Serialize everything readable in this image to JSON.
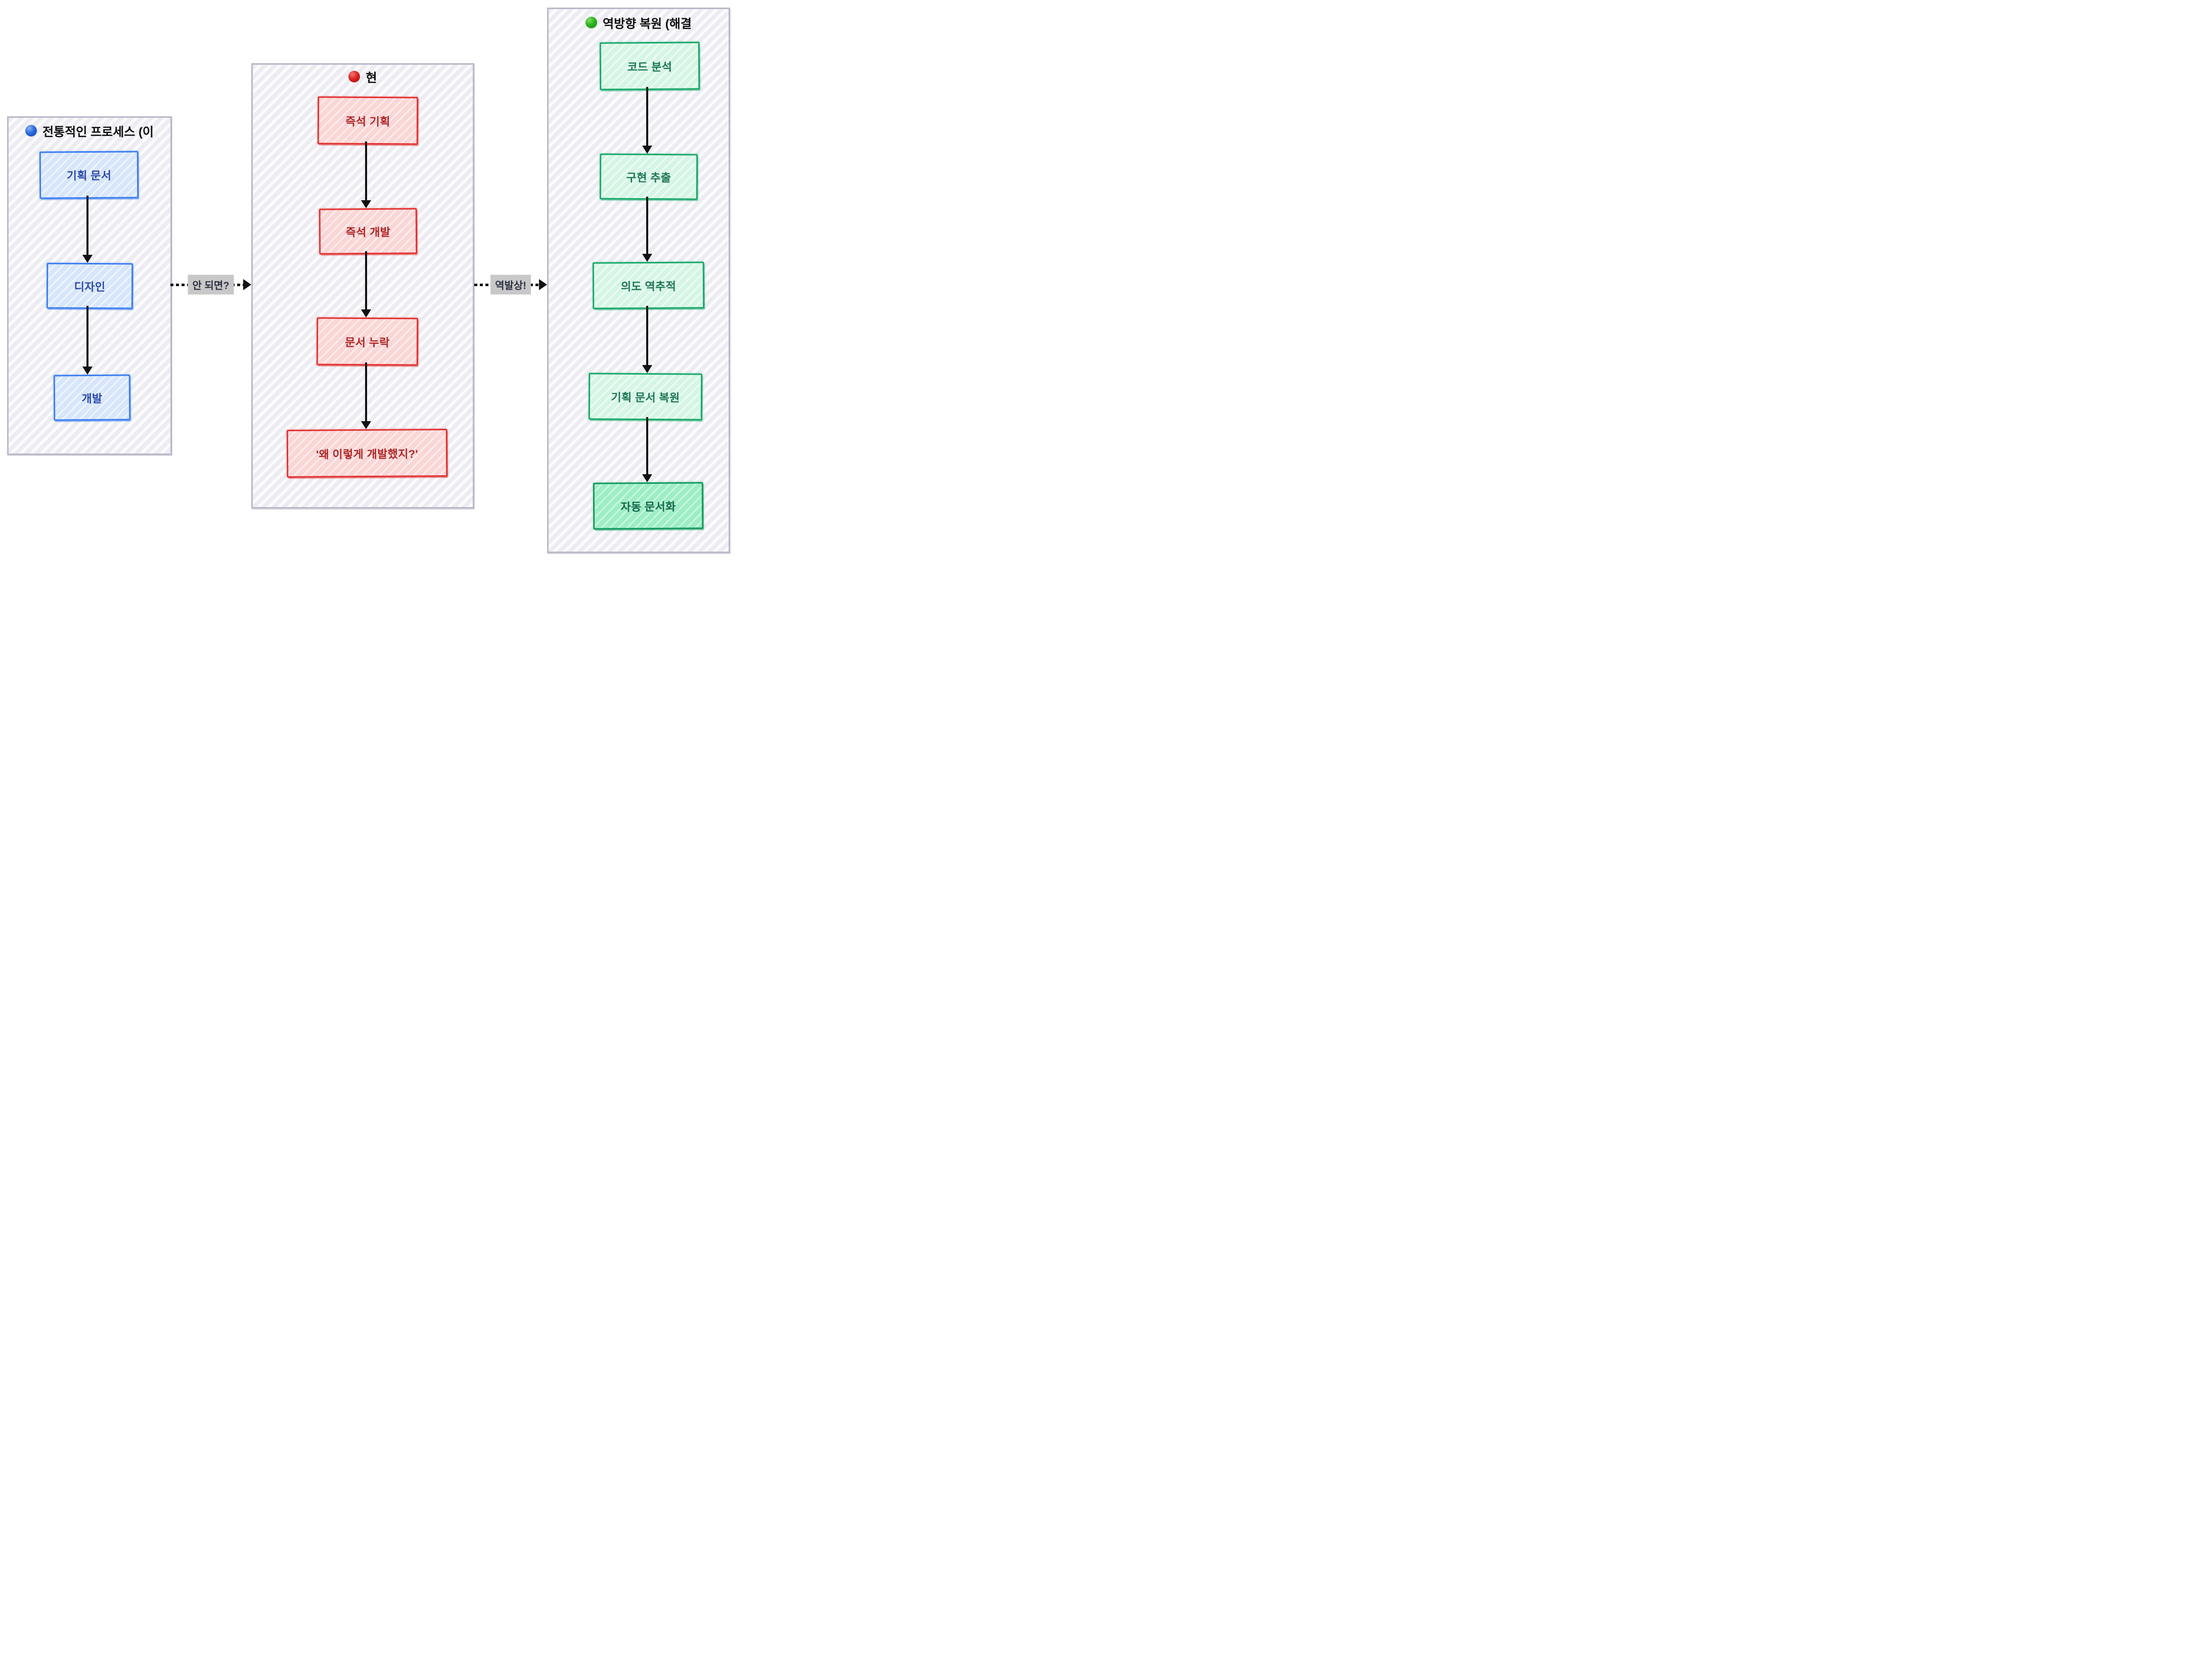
{
  "diagram": {
    "columns": [
      {
        "header": "전통적인 프로세스 (이",
        "bullet": "blue-ball",
        "accent": "#3b7ef0",
        "boxes": [
          "기획 문서",
          "디자인",
          "개발"
        ]
      },
      {
        "header": "현",
        "bullet": "red-ball",
        "accent": "#e23131",
        "boxes": [
          "즉석 기획",
          "즉석 개발",
          "문서 누락",
          "'왜 이렇게 개발했지?'"
        ]
      },
      {
        "header": "역방향 복원 (해결",
        "bullet": "green-ball",
        "accent": "#17a869",
        "boxes": [
          "코드 분석",
          "구현 추출",
          "의도 역추적",
          "기획 문서 복원",
          "자동 문서화"
        ]
      }
    ],
    "connectors": [
      {
        "label": "안 되면?"
      },
      {
        "label": "역발상!"
      }
    ],
    "colors": {
      "panel_border": "#b9b9c9",
      "blue_fill": "#d7e6fc",
      "blue_text": "#2a49ae",
      "red_fill": "#fbd6d6",
      "red_text": "#b02424",
      "green_fill": "#d5f6e4",
      "green_fill_dark": "#9deec5",
      "green_text": "#1b7656",
      "arrow": "#121212",
      "label_bg": "#c8c8c8",
      "label_text": "#2d3142"
    }
  }
}
